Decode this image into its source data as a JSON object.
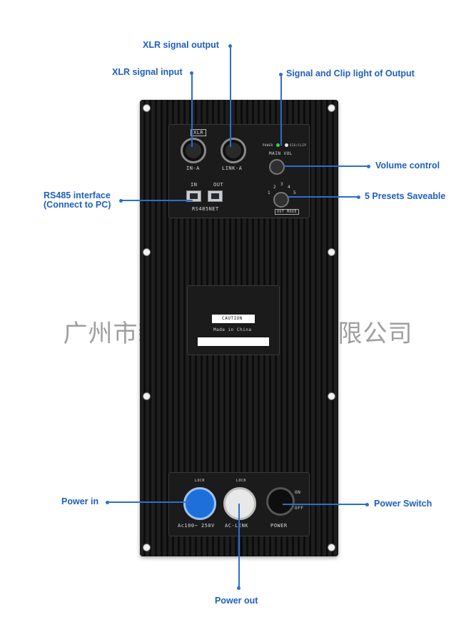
{
  "callouts": {
    "xlr_output": "XLR signal output",
    "xlr_input": "XLR signal input",
    "signal_clip_light": "Signal and Clip light of Output",
    "rs485_line1": "RS485 interface",
    "rs485_line2": "(Connect to PC)",
    "volume_control": "Volume control",
    "presets": "5 Presets Saveable",
    "power_in": "Power in",
    "power_switch": "Power Switch",
    "power_out": "Power out"
  },
  "panel_labels": {
    "xlr_badge": "XLR",
    "in_a": "IN-A",
    "link_a": "LINK-A",
    "rs_in": "IN",
    "rs_out": "OUT",
    "rs485net": "RS485NET",
    "power_led": "POWER",
    "sig_clip": "SIG/CLIP",
    "main_vol": "MAIN VOL",
    "out_mode": "OUT MODE",
    "preset_numbers": [
      "1",
      "2",
      "3",
      "4",
      "5"
    ],
    "made_in": "Made in China",
    "caution": "CAUTION",
    "lock_left": "LOCK",
    "lock_right": "LOCK",
    "ac_range": "Ac100~ 250V",
    "ac_link": "AC-LINK",
    "power": "POWER",
    "on": "ON",
    "off": "OFF"
  },
  "watermark": "广州市新堡声音响设备有限公司",
  "colors": {
    "callout_text": "#1f5fbf",
    "leader_line": "#2a6fd0",
    "panel": "#141414",
    "power_in_connector": "#1e6fd9",
    "power_out_connector": "#e8e8e8"
  }
}
